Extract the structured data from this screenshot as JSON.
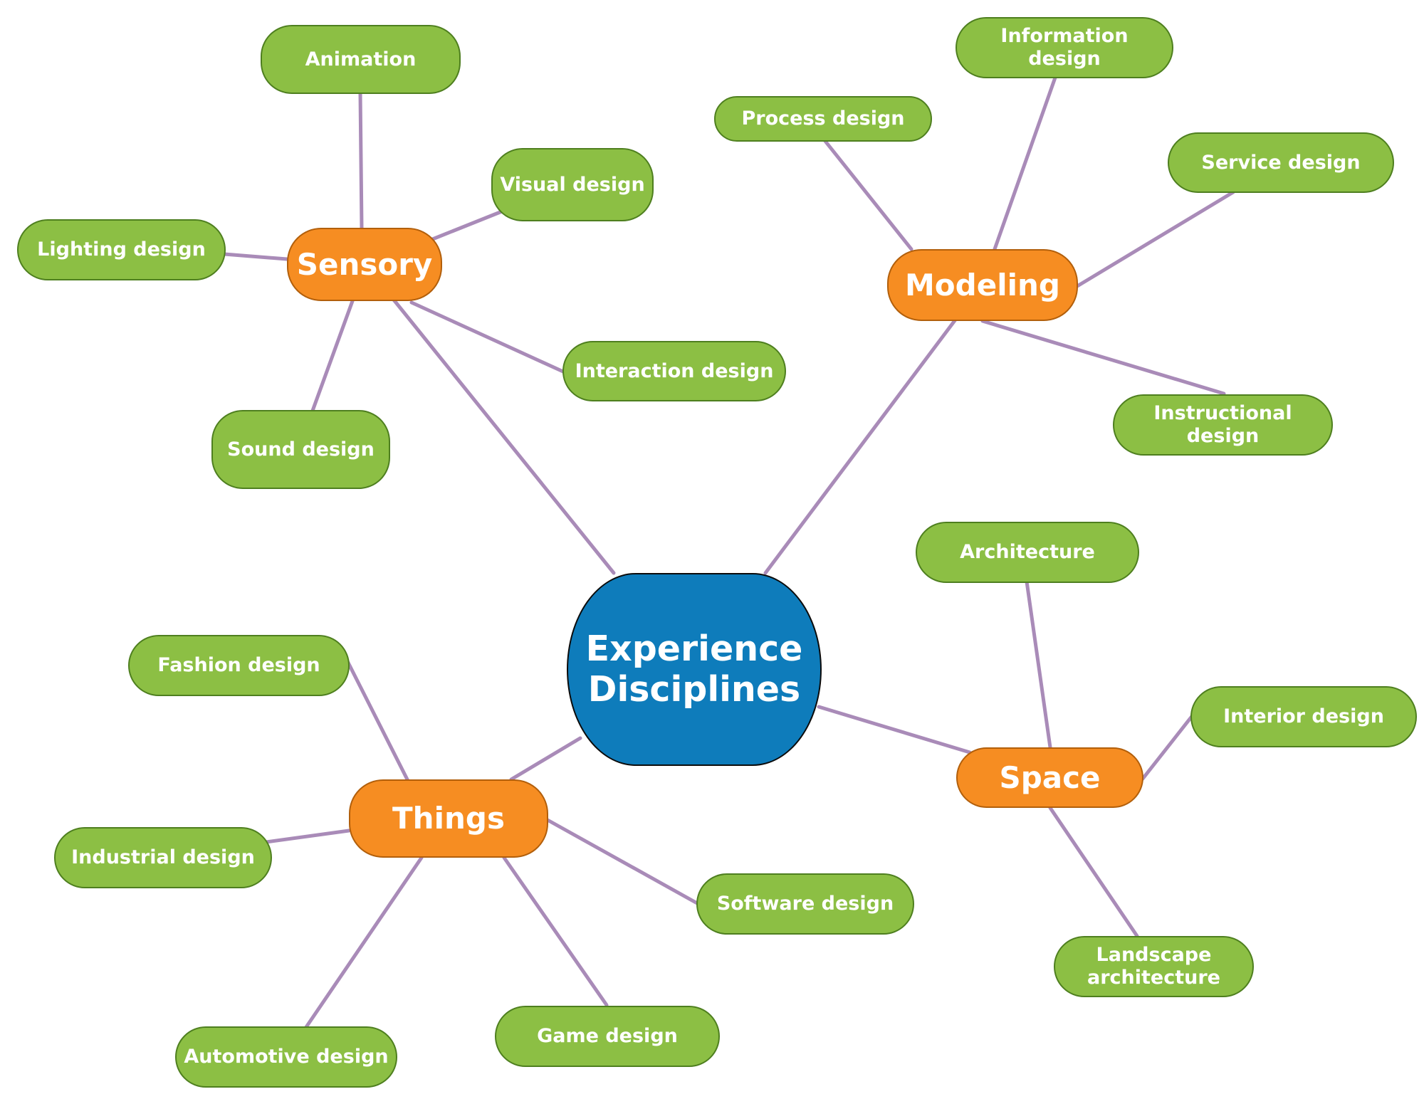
{
  "colors": {
    "center_fill": "#0e7cbb",
    "category_fill": "#f68d22",
    "leaf_fill": "#8cbf44",
    "connector": "#a98bb8"
  },
  "center": {
    "label": "Experience\nDisciplines"
  },
  "categories": {
    "sensory": {
      "label": "Sensory",
      "items": [
        "Animation",
        "Visual design",
        "Lighting design",
        "Interaction design",
        "Sound design"
      ]
    },
    "modeling": {
      "label": "Modeling",
      "items": [
        "Process design",
        "Information design",
        "Service design",
        "Instructional\ndesign"
      ]
    },
    "things": {
      "label": "Things",
      "items": [
        "Fashion design",
        "Industrial design",
        "Software design",
        "Game design",
        "Automotive design"
      ]
    },
    "space": {
      "label": "Space",
      "items": [
        "Architecture",
        "Interior design",
        "Landscape\narchitecture"
      ]
    }
  }
}
